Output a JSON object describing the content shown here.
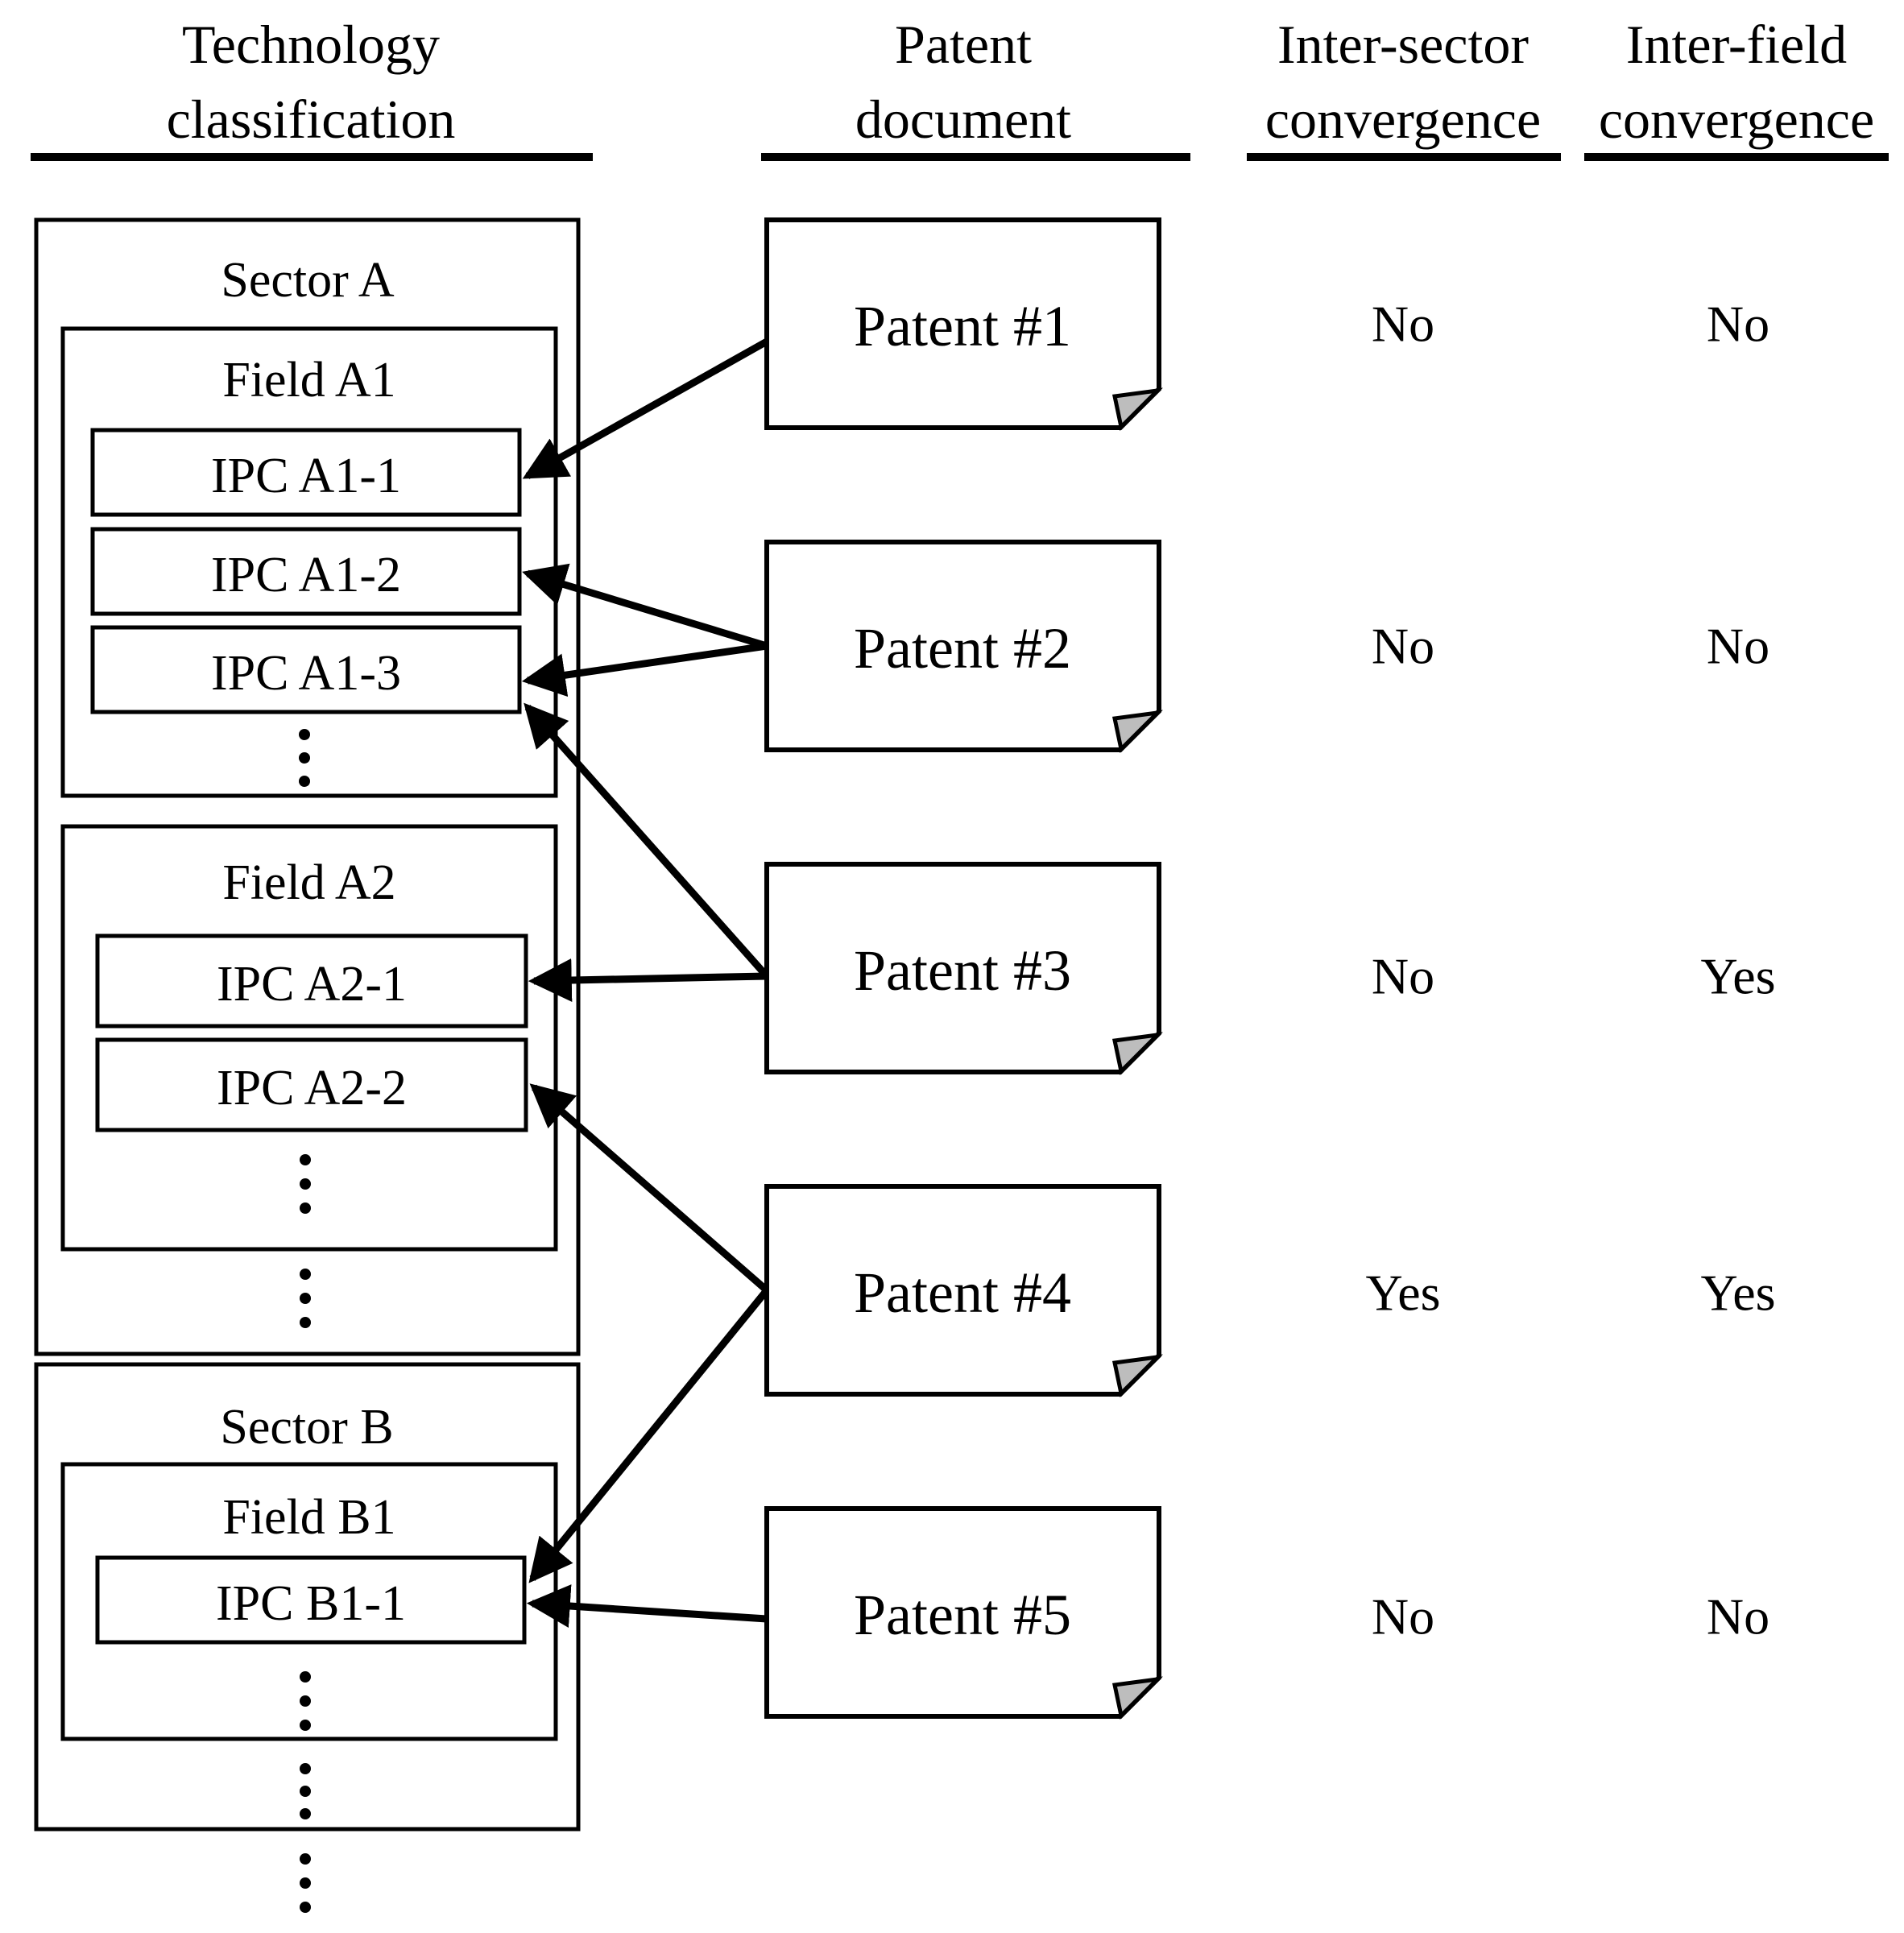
{
  "figure_colors": {
    "line": "#000000",
    "background": "#ffffff",
    "fold_gray": "#bdbdbd"
  },
  "headers": [
    {
      "line1": "Technology",
      "line2": "classification"
    },
    {
      "line1": "Patent",
      "line2": "document"
    },
    {
      "line1": "Inter-sector",
      "line2": "convergence"
    },
    {
      "line1": "Inter-field",
      "line2": "convergence"
    }
  ],
  "classification": {
    "sectors": [
      {
        "label": "Sector A",
        "fields": [
          {
            "label": "Field A1",
            "ipcs": [
              "IPC A1-1",
              "IPC A1-2",
              "IPC A1-3"
            ]
          },
          {
            "label": "Field A2",
            "ipcs": [
              "IPC A2-1",
              "IPC A2-2"
            ]
          }
        ]
      },
      {
        "label": "Sector B",
        "fields": [
          {
            "label": "Field B1",
            "ipcs": [
              "IPC B1-1"
            ]
          }
        ]
      }
    ]
  },
  "patents": [
    {
      "label": "Patent #1",
      "ipc_codes": [
        "IPC A1-1"
      ],
      "inter_sector": "No",
      "inter_field": "No"
    },
    {
      "label": "Patent #2",
      "ipc_codes": [
        "IPC A1-2",
        "IPC A1-3"
      ],
      "inter_sector": "No",
      "inter_field": "No"
    },
    {
      "label": "Patent #3",
      "ipc_codes": [
        "IPC A1-3",
        "IPC A2-1"
      ],
      "inter_sector": "No",
      "inter_field": "Yes"
    },
    {
      "label": "Patent #4",
      "ipc_codes": [
        "IPC A2-2",
        "IPC B1-1"
      ],
      "inter_sector": "Yes",
      "inter_field": "Yes"
    },
    {
      "label": "Patent #5",
      "ipc_codes": [
        "IPC B1-1"
      ],
      "inter_sector": "No",
      "inter_field": "No"
    }
  ]
}
